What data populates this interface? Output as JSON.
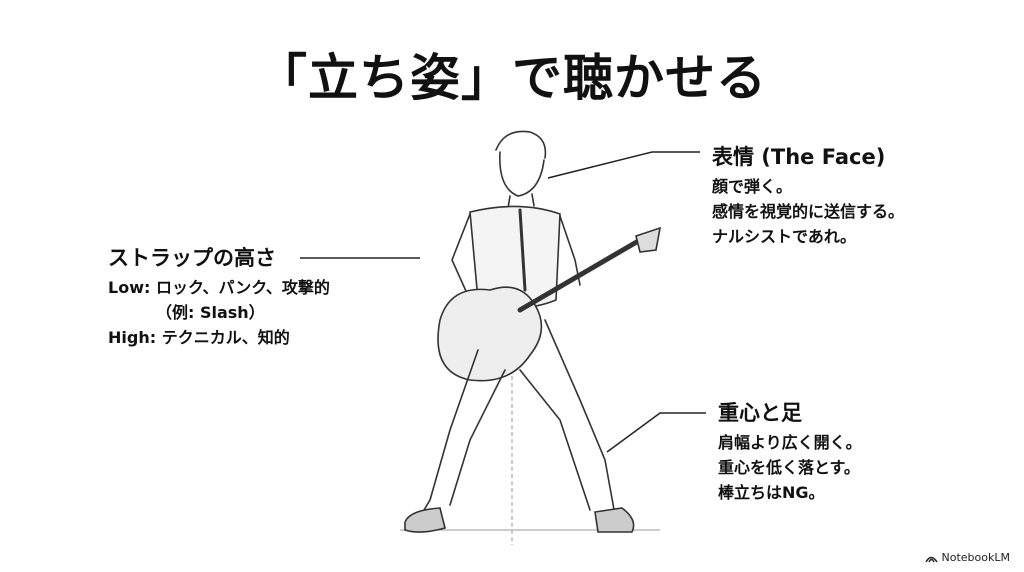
{
  "title": "「立ち姿」で聴かせる",
  "strap": {
    "heading": "ストラップの高さ",
    "lines": [
      "Low: ロック、パンク、攻撃的",
      "（例: Slash）",
      "High: テクニカル、知的"
    ]
  },
  "face": {
    "heading": "表情 (The Face)",
    "lines": [
      "顔で弾く。",
      "感情を視覚的に送信する。",
      "ナルシストであれ。"
    ]
  },
  "feet": {
    "heading": "重心と足",
    "lines": [
      "肩幅より広く開く。",
      "重心を低く落とす。",
      "棒立ちはNG。"
    ]
  },
  "brand": {
    "label": "NotebookLM",
    "icon": "notebooklm-logo-icon"
  }
}
